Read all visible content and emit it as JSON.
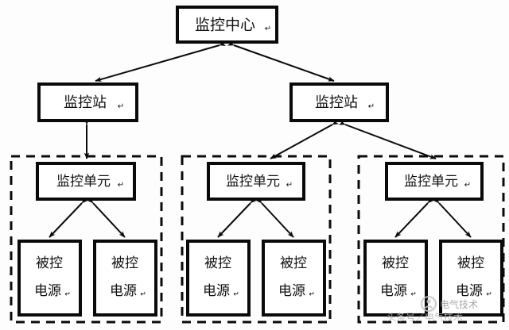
{
  "diagram": {
    "title_node": {
      "label": "监控中心",
      "trailing_mark": "↵"
    },
    "stations": [
      {
        "label": "监控站",
        "trailing_mark": "↵"
      },
      {
        "label": "监控站",
        "trailing_mark": "↵"
      }
    ],
    "groups": [
      {
        "unit": {
          "label": "监控单元",
          "trailing_mark": "↵"
        },
        "power_supplies": [
          {
            "line1": "被控",
            "line2": "电源",
            "trailing_mark": "↵"
          },
          {
            "line1": "被控",
            "line2": "电源",
            "trailing_mark": "↵"
          }
        ]
      },
      {
        "unit": {
          "label": "监控单元",
          "trailing_mark": "↵"
        },
        "power_supplies": [
          {
            "line1": "被控",
            "line2": "电源",
            "trailing_mark": "↵"
          },
          {
            "line1": "被控",
            "line2": "电源",
            "trailing_mark": "↵"
          }
        ]
      },
      {
        "unit": {
          "label": "监控单元",
          "trailing_mark": "↵"
        },
        "power_supplies": [
          {
            "line1": "被控",
            "line2": "电源",
            "trailing_mark": "↵"
          },
          {
            "line1": "被控",
            "line2": "电源",
            "trailing_mark": "↵"
          }
        ]
      }
    ],
    "watermark": {
      "badge_label": "电气技术",
      "handle_label": "头条号／电气技术"
    },
    "colors": {
      "stroke": "#0a0a0a",
      "box_fill": "#ffffff",
      "background": "#fdfdfd",
      "watermark": "#b9b9b9"
    }
  }
}
